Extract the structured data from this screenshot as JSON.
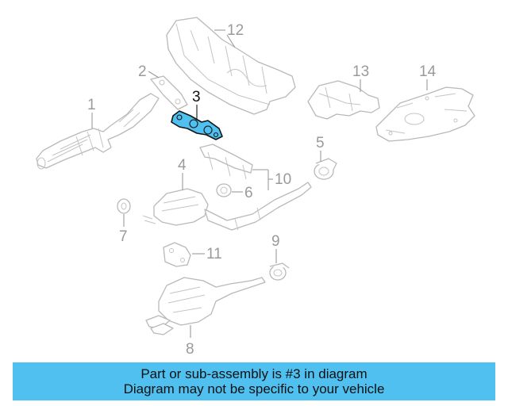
{
  "diagram": {
    "highlighted_part": "3",
    "part_labels": [
      {
        "id": "1",
        "label": "1"
      },
      {
        "id": "2",
        "label": "2"
      },
      {
        "id": "3",
        "label": "3"
      },
      {
        "id": "4",
        "label": "4"
      },
      {
        "id": "5",
        "label": "5"
      },
      {
        "id": "6",
        "label": "6"
      },
      {
        "id": "7",
        "label": "7"
      },
      {
        "id": "8",
        "label": "8"
      },
      {
        "id": "9",
        "label": "9"
      },
      {
        "id": "10",
        "label": "10"
      },
      {
        "id": "11",
        "label": "11"
      },
      {
        "id": "12",
        "label": "12"
      },
      {
        "id": "13",
        "label": "13"
      },
      {
        "id": "14",
        "label": "14"
      }
    ]
  },
  "banner": {
    "line1": "Part or sub-assembly is #3 in diagram",
    "line2": "Diagram may not be specific to your vehicle",
    "color": "#4fc0ef"
  },
  "colors": {
    "highlight": "#4fc0ef",
    "outline": "#b9b9b9",
    "callout": "#9a9a9a"
  }
}
